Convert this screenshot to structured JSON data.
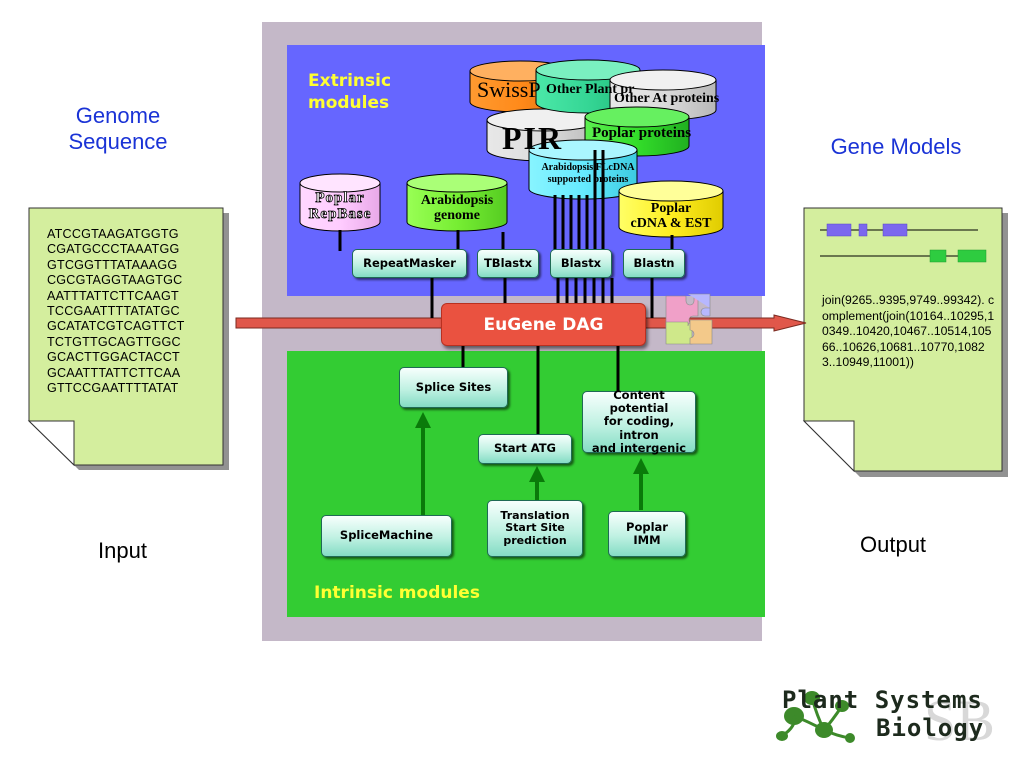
{
  "input": {
    "title": "Genome\nSequence",
    "title_line1": "Genome",
    "title_line2": "Sequence",
    "sequence": "ATCCGTAAGATGGTG\nCGATGCCCTAAATGG\nGTCGGTTTATAAAGG\nCGCGTAGGTAAGTGC\nAATTTATTCTTCAAGT\nTCCGAATTTTATATGC\nGCATATCGTCAGTTCT\nTCTGTTGCAGTTGGC\nGCACTTGGACTACCT\nGCAATTTATTCTTCAA\nGTTCCGAATTTTATAT",
    "label": "Input"
  },
  "output": {
    "title": "Gene Models",
    "text": "join(9265..9395,9749..99342). complement(join(10164..10295,10349..10420,10467..10514,10566..10626,10681..10770,10823..10949,11001))",
    "label": "Output"
  },
  "extrinsic": {
    "title_line1": "Extrinsic",
    "title_line2": "modules",
    "databases": {
      "swissprot": "SwissP",
      "pir": "PIR",
      "other_plant": "Other Plant pr",
      "other_at": "Other At proteins",
      "poplar_proteins": "Poplar proteins",
      "arab_flcdna_1": "Arabidopsis FLcDNA",
      "arab_flcdna_2": "supported proteins",
      "poplar_repbase_1": "Poplar",
      "poplar_repbase_2": "RepBase",
      "arab_genome_1": "Arabidopsis",
      "arab_genome_2": "genome",
      "poplar_est_1": "Poplar",
      "poplar_est_2": "cDNA & EST"
    },
    "tools": {
      "repeatmasker": "RepeatMasker",
      "tblastx": "TBlastx",
      "blastx": "Blastx",
      "blastn": "Blastn"
    }
  },
  "center": {
    "label": "EuGene DAG"
  },
  "intrinsic": {
    "title": "Intrinsic modules",
    "splice_sites": "Splice Sites",
    "start_atg": "Start ATG",
    "content_1": "Content potential",
    "content_2": "for coding, intron",
    "content_3": "and intergenic",
    "splicemachine": "SpliceMachine",
    "translation_1": "Translation",
    "translation_2": "Start Site",
    "translation_3": "prediction",
    "imm_1": "Poplar",
    "imm_2": "IMM"
  },
  "logo": {
    "line1": "Plant Systems",
    "line2": "Biology"
  },
  "colors": {
    "blue_title": "#1a33d6",
    "outer_panel": "#c4b8c8",
    "extrinsic_bg": "#6666ff",
    "intrinsic_bg": "#33cc33",
    "region_title": "#ffff33",
    "eugene": "#ea5240",
    "arrow": "#e0574a",
    "doc_fill": "#d4ee9e"
  }
}
